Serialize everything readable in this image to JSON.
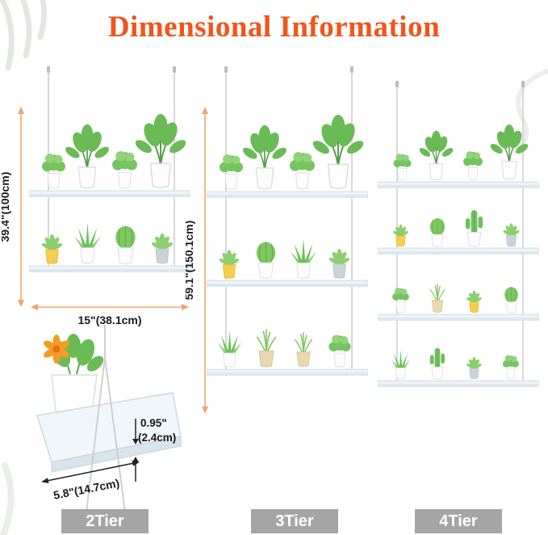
{
  "title": "Dimensional Information",
  "units": {
    "two_tier": {
      "label": "2Tier",
      "height": "39.4\"(100cm)",
      "width": "15\"(38.1cm)"
    },
    "three_tier": {
      "label": "3Tier",
      "height": "59.1\"(150.1cm)"
    },
    "four_tier": {
      "label": "4Tier"
    }
  },
  "detail": {
    "thickness_line1": "0.95\"",
    "thickness_line2": "(2.4cm)",
    "depth": "5.8\"(14.7cm)"
  },
  "colors": {
    "accent_title": "#F2541B",
    "dimension_arrow": "#F0A374",
    "dimension_text": "#191919",
    "tier_badge_bg": "#A5A5A5",
    "tier_badge_text": "#FFFFFF",
    "plant_green": "#6ABB55",
    "pot_white": "#FDFDFD",
    "pot_yellow": "#F6CE4B",
    "pot_gray": "#CBD3D7",
    "pot_tan": "#EAD8B2",
    "flower_orange": "#F59B22",
    "shelf_acrylic": "#EDF3F6",
    "cable_gray": "#CFCFCF"
  },
  "icons": {
    "plant": "potted-plant-icon",
    "flower": "orange-daisy-icon",
    "dimension_arrow": "double-headed-arrow-icon",
    "cable": "hanging-cable-icon",
    "shelf": "acrylic-shelf-icon"
  }
}
